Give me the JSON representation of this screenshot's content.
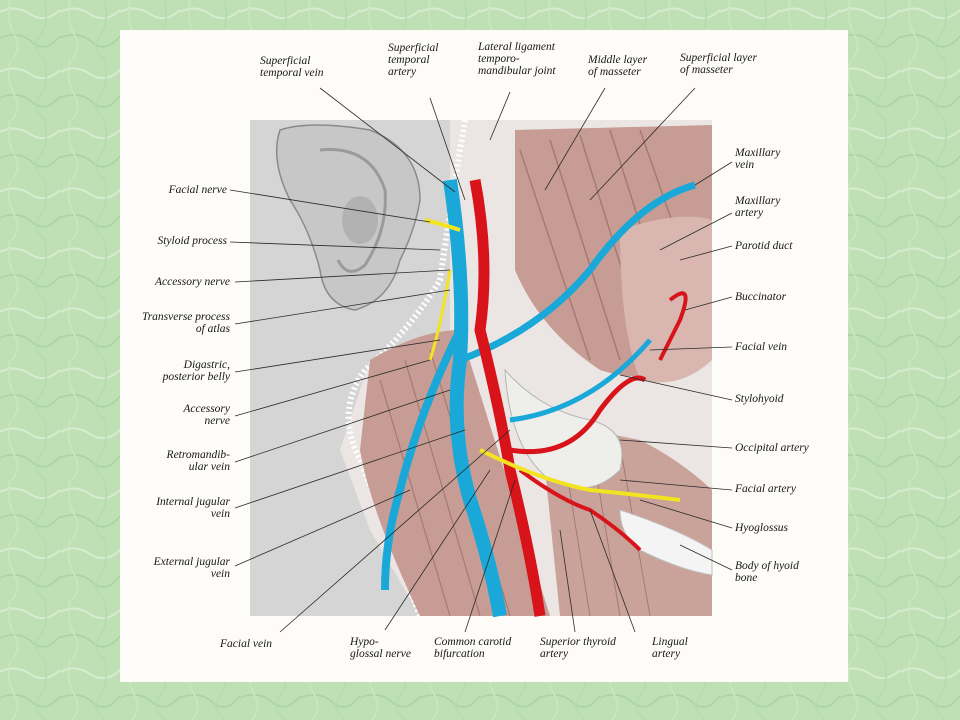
{
  "colors": {
    "background": "#bfe0b4",
    "plate": "#fdfcf8",
    "vein": "#19a8d8",
    "artery": "#d8131a",
    "nerve": "#f2e420",
    "muscle": "#c79c94",
    "skin": "#d8d8d8"
  },
  "labels": {
    "superficial_temporal_vein": "Superficial\ntemporal vein",
    "superficial_temporal_artery": "Superficial\ntemporal\nartery",
    "lateral_ligament": "Lateral ligament\ntemporo-\nmandibular joint",
    "middle_layer_masseter": "Middle layer\nof masseter",
    "superficial_layer_masseter": "Superficial layer\nof masseter",
    "maxillary_vein": "Maxillary\nvein",
    "maxillary_artery": "Maxillary\nartery",
    "parotid_duct": "Parotid duct",
    "buccinator": "Buccinator",
    "facial_vein_right": "Facial vein",
    "stylohyoid": "Stylohyoid",
    "occipital_artery": "Occipital artery",
    "facial_artery": "Facial artery",
    "hyoglossus": "Hyoglossus",
    "body_of_hyoid": "Body of hyoid\nbone",
    "facial_nerve": "Facial nerve",
    "styloid_process": "Styloid process",
    "accessory_nerve_1": "Accessory nerve",
    "transverse_process": "Transverse process\nof atlas",
    "digastric": "Digastric,\nposterior belly",
    "accessory_nerve_2": "Accessory\nnerve",
    "retromandibular_vein": "Retromandib-\nular vein",
    "internal_jugular": "Internal jugular\nvein",
    "external_jugular": "External jugular\nvein",
    "facial_vein_bottom": "Facial vein",
    "hypoglossal_nerve": "Hypo-\nglossal nerve",
    "common_carotid": "Common carotid\nbifurcation",
    "superior_thyroid": "Superior thyroid\nartery",
    "lingual_artery": "Lingual\nartery"
  }
}
